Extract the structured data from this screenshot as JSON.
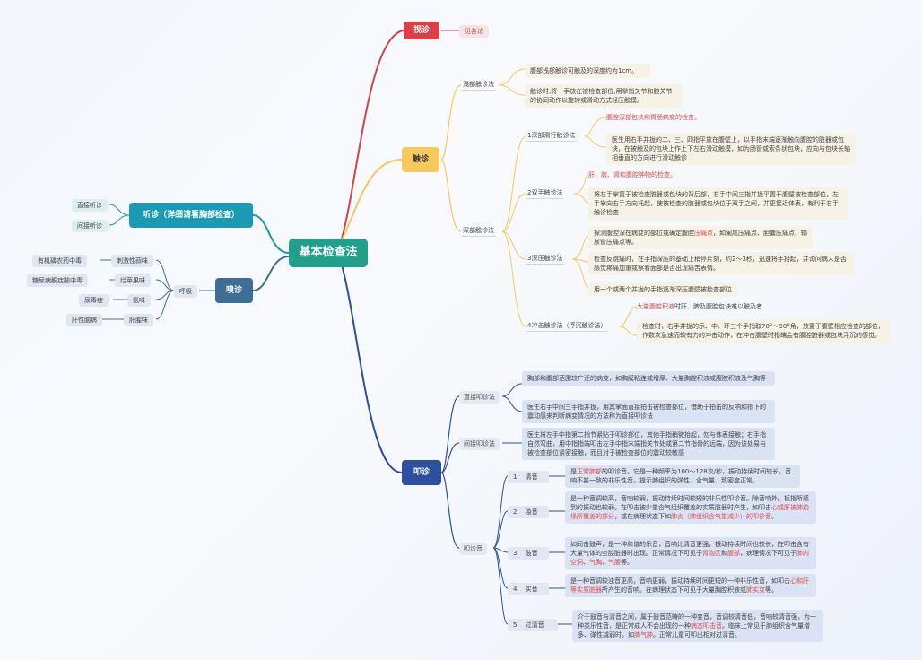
{
  "root": "基本检查法",
  "inspection": {
    "label": "视诊",
    "ref": "见各论"
  },
  "palpation": {
    "label": "触诊",
    "light": {
      "label": "浅部触诊法",
      "notes": [
        "腹部浅部触诊可触及的深度约为1cm。",
        "触诊时,将一手放在被检查部位,用掌指关节和腕关节的协同动作以旋转或滑动方式轻压触摸。"
      ]
    },
    "deep": {
      "label": "深部触诊法",
      "m1": {
        "label": "1深部滑行触诊法",
        "red": "腹腔深部包块和胃肠病变的检查。",
        "text": "医生用右手并拢的二、三、四指平放在腹壁上，以手指末端逐渐触向腹腔的脏器或包块，在被触及的包块上作上下左右滑动触摸，如为肠管或索条状包块，应向与包块长轴相垂直的方向进行滑动触诊"
      },
      "m2": {
        "label": "2双手触诊法",
        "red": "肝、脾、肾和腹腔肿物的检查。",
        "text": "将左手掌置于被检查脏器或包块的背后部，右手中间三指并拢平置于腹壁被检查部位，左手掌向右手方向托起，使被检查的脏器或包块位于双手之间，并更接近体表，有利于右手触诊检查"
      },
      "m3": {
        "label": "3深压触诊法",
        "t1a": "探测腹腔深在病变的部位或确定腹腔",
        "t1red": "压痛点",
        "t1b": "，如阑尾压痛点、胆囊压痛点、输尿管压痛点等。",
        "t2": "检查反跳痛时，在手指深压的基础上稍停片刻，约2～3秒，迅速将手抬起，并询问病人是否感觉疼痛加重或察看面部是否出现痛苦表情。",
        "t3": "用一个或两个并拢的手指逐渐深压腹壁被检查部位"
      },
      "m4": {
        "label": "4冲击触诊法（浮沉触诊法）",
        "red": "大量腹腔积液",
        "redtail": "时肝、脾及腹腔包块难以触及者",
        "text": "检查时，右手并拢的示、中、环三个手指取70°～90°角，放置于腹壁相应检查的部位，作数次急速而较有力的冲击动作，在冲击腹壁时指端会有腹腔脏器或包块浮沉的感觉。"
      }
    }
  },
  "percussion": {
    "label": "叩诊",
    "direct": {
      "label": "直接叩诊法",
      "t1": "胸部和腹部范围较广泛的病变，如胸膜粘连或增厚、大量胸腔积液或腹腔积液及气胸等",
      "t2": "医生右手中间三手指并拢，用其掌面直接拍击被检查部位，借助于拍击的反响和指下的震动感来判断病变情况的方法称为直接叩诊法"
    },
    "indirect": {
      "label": "间接叩诊法",
      "t1": "医生将左手中指第二指节紧贴于叩诊部位，其他手指稍微抬起，勿与体表接触；右手指自然弯曲，用中指指端叩击左手中指末端指关节处或第二节指骨的远端，因为该处易与被检查部位紧密接触，而且对于被检查部位的震动较敏感"
    },
    "sounds": {
      "label": "叩诊音",
      "s1": {
        "label": "1.　清音",
        "a": "是",
        "r1": "正常肺部",
        "b": "的叩诊音。它是一种频率为100～128次/秒，振动持续时间较长，音响不甚一致的非乐性音。提示肺组织的弹性、含气量、致密度正常。"
      },
      "s2": {
        "label": "2.　浊音",
        "a": "是一种音调较高，音响较弱，振动持续时间较短的非乐性叩诊音。除音响外，板指所感到的振动也较弱。在叩击被少量含气组织覆盖的实质脏器时产生，如叩击",
        "r1": "心或肝被肺边缘所覆盖的部分",
        "b": "，或在病理状态下如",
        "r2": "肺炎（肺组织含气量减少）的叩诊音",
        "c": "。"
      },
      "s3": {
        "label": "3.　鼓音",
        "a": "如同击鼓声，是一种和谐的乐音，音响比清音更强，振动持续时间也较长，在叩击含有大量气体的空腔脏器时出现。正常情况下可见于",
        "r1": "胃泡区",
        "b": "和",
        "r2": "腹部",
        "c": "，病理情况下可见于",
        "r3": "肺内空洞",
        "d": "、",
        "r4": "气胸",
        "e": "、",
        "r5": "气腹",
        "f": "等。"
      },
      "s4": {
        "label": "4.　实音",
        "a": "是一种音调较浊音更高，音响更弱，振动持续时间更短的一种非乐性音，如叩击",
        "r1": "心和肝等实质脏器",
        "b": "所产生的音响。在病理状态下可见于大量胸腔积液或",
        "r2": "肺实变",
        "c": "等。"
      },
      "s5": {
        "label": "5.　过清音",
        "a": "介于鼓音与清音之间，属于鼓音范畴的一种变音，音调较清音低，音响较清音强，为一种类乐性音，是正常成人不会出现的一种",
        "r1": "病态叩击音",
        "b": "。临床上常见于肺组织含气量增多、弹性减弱时，如",
        "r2": "肺气肿",
        "c": "。正常儿童可叩出相对过清音。"
      }
    }
  },
  "auscultation": {
    "label": "听诊（详细请看胸部检查）",
    "items": [
      "直接听诊",
      "间接听诊"
    ]
  },
  "olfaction": {
    "label": "嗅诊",
    "group": "呼吸",
    "items": [
      {
        "smell": "刺激性蒜味",
        "cause": "有机磷农药中毒"
      },
      {
        "smell": "烂苹果味",
        "cause": "糖尿病酮症酸中毒"
      },
      {
        "smell": "氨味",
        "cause": "尿毒症"
      },
      {
        "smell": "肝腥味",
        "cause": "肝性脑病"
      }
    ]
  },
  "colors": {
    "red": "#d8404a",
    "yellow": "#f7c85c",
    "navy": "#2c4fa0",
    "teal": "#1b9bb3",
    "slate": "#3e6e95",
    "root": "#1f9f8c"
  }
}
